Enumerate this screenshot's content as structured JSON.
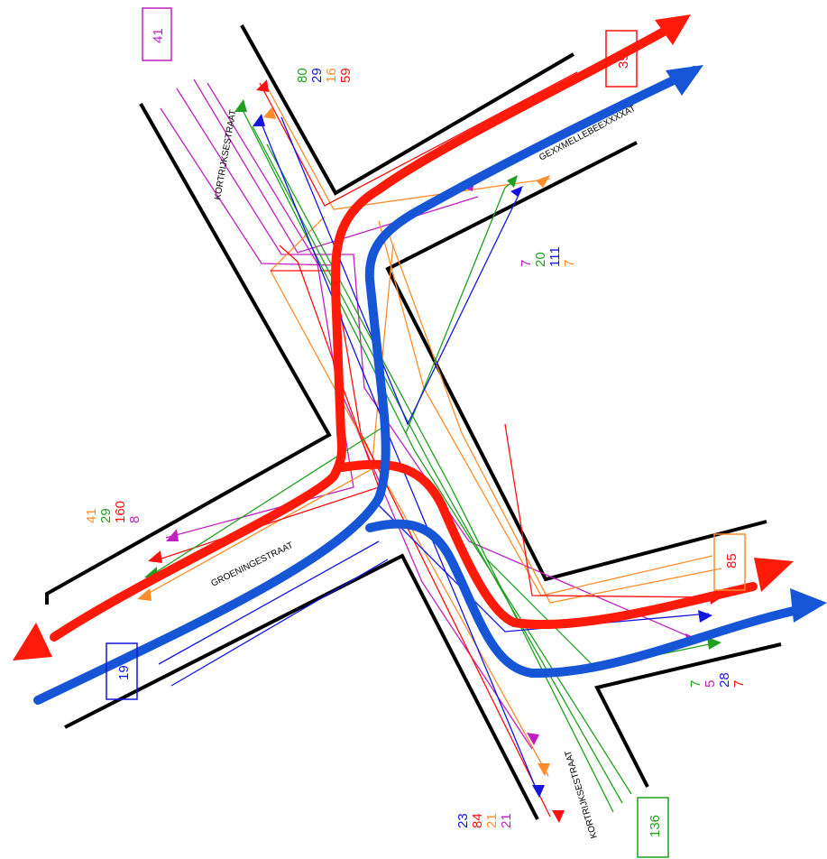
{
  "colors": {
    "green": "#1fa01f",
    "blue": "#1515e0",
    "orange": "#ff8c2a",
    "red": "#ff1010",
    "magenta": "#c020c0",
    "route_red": "#ff1a0a",
    "route_blue": "#1656d6",
    "road": "#000000"
  },
  "streets": {
    "kortrijksestraat_north": "KORTRIJKSESTRAAT",
    "kortrijksestraat_south": "KORTRIJKSESTRAAT",
    "groeningestraat": "GROENINGESTRAAT",
    "east_street_fragment": "GEXXMELLEBEEXXXXAT"
  },
  "boxes": {
    "north": "41",
    "northeast": "39",
    "east": "85",
    "south": "136",
    "west": "19"
  },
  "counts": {
    "north": [
      "80",
      "29",
      "16",
      "59"
    ],
    "northeast": [
      "7",
      "20",
      "111",
      "7"
    ],
    "west": [
      "41",
      "29",
      "160",
      "8"
    ],
    "southeast": [
      "7",
      "5",
      "28",
      "7"
    ],
    "south": [
      "23",
      "84",
      "21",
      "21"
    ]
  }
}
